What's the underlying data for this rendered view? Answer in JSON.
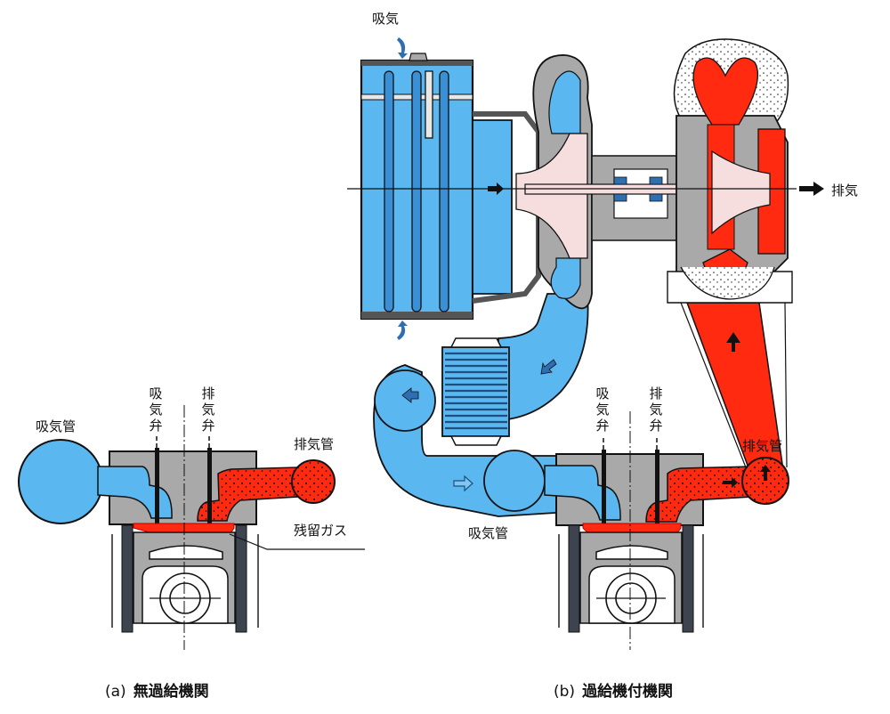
{
  "colors": {
    "intake_blue": "#5ab7ef",
    "intake_blue_dark": "#2d8ad0",
    "exhaust_red": "#ff2a10",
    "housing_gray": "#a9a9a9",
    "shaft_pink": "#f6dede",
    "outline": "#111111"
  },
  "panel_a": {
    "caption_tag": "(a)",
    "caption_title": "無過給機関",
    "labels": {
      "intake_pipe": "吸気管",
      "intake_valve": "吸気弁",
      "exhaust_valve": "排気弁",
      "exhaust_pipe": "排気管",
      "residual_gas": "残留ガス"
    }
  },
  "panel_b": {
    "caption_tag": "(b)",
    "caption_title": "過給機付機関",
    "labels": {
      "intake_air": "吸気",
      "exhaust_out": "排気",
      "intake_pipe": "吸気管",
      "intake_valve": "吸気弁",
      "exhaust_valve": "排気弁",
      "exhaust_pipe": "排気管"
    },
    "components": [
      "air-cleaner",
      "compressor",
      "turbine",
      "intercooler",
      "cylinder"
    ]
  }
}
